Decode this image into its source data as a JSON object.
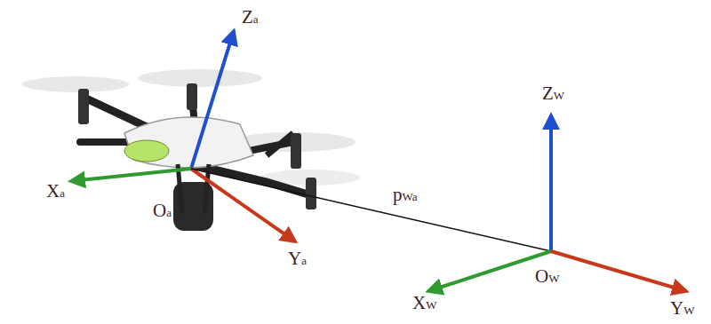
{
  "diagram": {
    "labels": [
      "Za",
      "Xa",
      "Oa",
      "Ya",
      "pWa",
      "ZW",
      "XW",
      "OW",
      "YW"
    ]
  }
}
